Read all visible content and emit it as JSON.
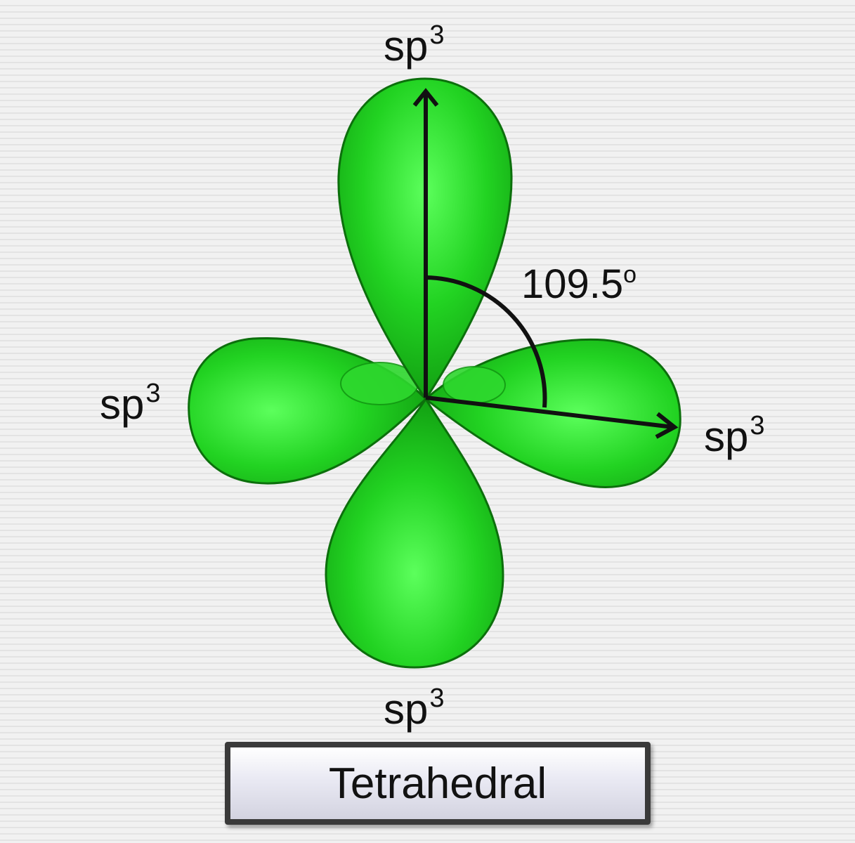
{
  "diagram": {
    "colors": {
      "lobe": "#22d322",
      "lobe_highlight": "#5cff5c",
      "lobe_outline": "#0c6f0c",
      "arrow": "#111111",
      "background": "#ededed"
    },
    "orbital_labels": {
      "top": {
        "base": "sp",
        "sup": "3"
      },
      "left": {
        "base": "sp",
        "sup": "3"
      },
      "right": {
        "base": "sp",
        "sup": "3"
      },
      "bottom": {
        "base": "sp",
        "sup": "3"
      }
    },
    "angle": {
      "value": "109.5",
      "sup": "o"
    },
    "shape_label": "Tetrahedral"
  }
}
